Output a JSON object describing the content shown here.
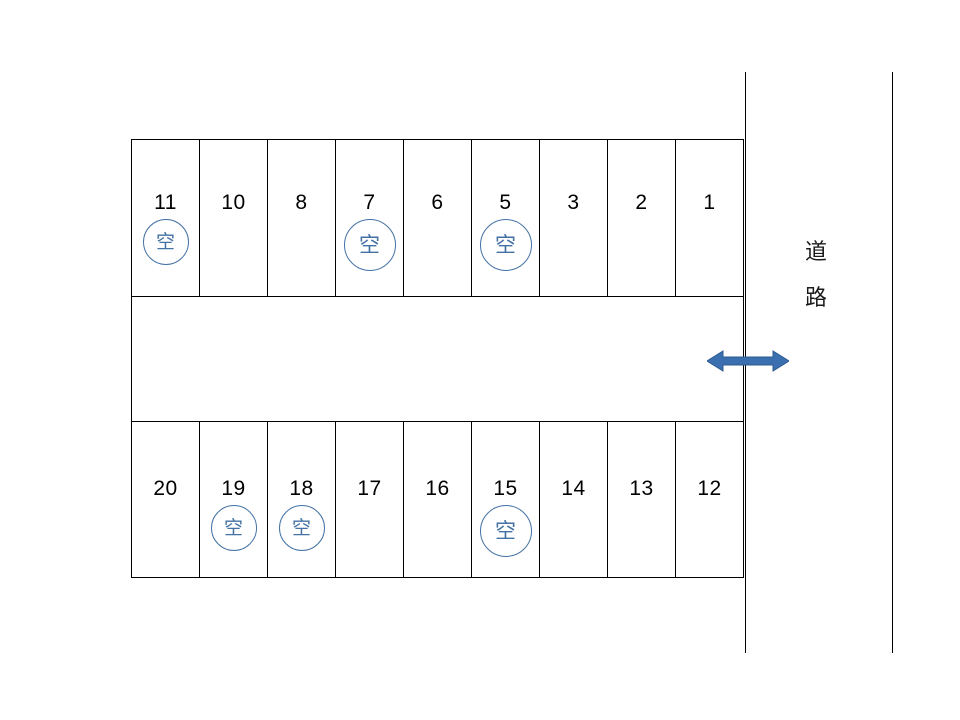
{
  "diagram": {
    "title": "parking-lot-layout",
    "vacancy_mark": "空",
    "road_label_chars": [
      "道",
      "路"
    ],
    "accent_color": "#4472A4",
    "arrow_color": "#3A6FB0",
    "line_color": "#000000"
  },
  "rows": {
    "top": {
      "name": "top-stall-row",
      "stalls": [
        {
          "number": "11",
          "vacant": true,
          "badge_size": "small"
        },
        {
          "number": "10",
          "vacant": false,
          "badge_size": ""
        },
        {
          "number": "8",
          "vacant": false,
          "badge_size": ""
        },
        {
          "number": "7",
          "vacant": true,
          "badge_size": "large"
        },
        {
          "number": "6",
          "vacant": false,
          "badge_size": ""
        },
        {
          "number": "5",
          "vacant": true,
          "badge_size": "large"
        },
        {
          "number": "3",
          "vacant": false,
          "badge_size": ""
        },
        {
          "number": "2",
          "vacant": false,
          "badge_size": ""
        },
        {
          "number": "1",
          "vacant": false,
          "badge_size": ""
        }
      ]
    },
    "bottom": {
      "name": "bottom-stall-row",
      "stalls": [
        {
          "number": "20",
          "vacant": false,
          "badge_size": ""
        },
        {
          "number": "19",
          "vacant": true,
          "badge_size": "small"
        },
        {
          "number": "18",
          "vacant": true,
          "badge_size": "small"
        },
        {
          "number": "17",
          "vacant": false,
          "badge_size": ""
        },
        {
          "number": "16",
          "vacant": false,
          "badge_size": ""
        },
        {
          "number": "15",
          "vacant": true,
          "badge_size": "large"
        },
        {
          "number": "14",
          "vacant": false,
          "badge_size": ""
        },
        {
          "number": "13",
          "vacant": false,
          "badge_size": ""
        },
        {
          "number": "12",
          "vacant": false,
          "badge_size": ""
        }
      ]
    }
  }
}
